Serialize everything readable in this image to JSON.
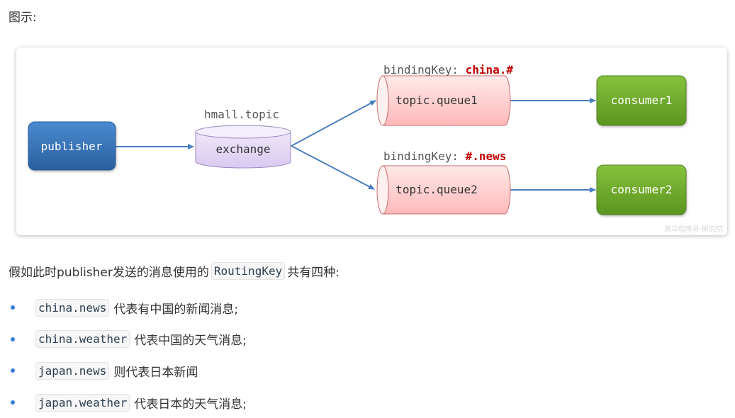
{
  "heading": "图示:",
  "diagram": {
    "publisher": "publisher",
    "exchange_name": "hmall.topic",
    "exchange": "exchange",
    "queue1": "topic.queue1",
    "queue2": "topic.queue2",
    "binding_label": "bindingKey: ",
    "binding1_key": "china.#",
    "binding2_key": "#.news",
    "consumer1": "consumer1",
    "consumer2": "consumer2",
    "watermark": "黑马程序员·研究院",
    "colors": {
      "publisher": "#2f6fb5",
      "exchange": "#e6dcf5",
      "queue": "#ffd9d9",
      "consumer": "#6aa529",
      "binding_key": "#c00000",
      "arrow": "#4a7fbf"
    }
  },
  "paragraph": {
    "before": "假如此时publisher发送的消息使用的",
    "code": "RoutingKey",
    "after": "共有四种:"
  },
  "items": [
    {
      "code": "china.news",
      "text": "代表有中国的新闻消息;"
    },
    {
      "code": "china.weather",
      "text": "代表中国的天气消息;"
    },
    {
      "code": "japan.news",
      "text": "则代表日本新闻"
    },
    {
      "code": "japan.weather",
      "text": "代表日本的天气消息;"
    }
  ]
}
